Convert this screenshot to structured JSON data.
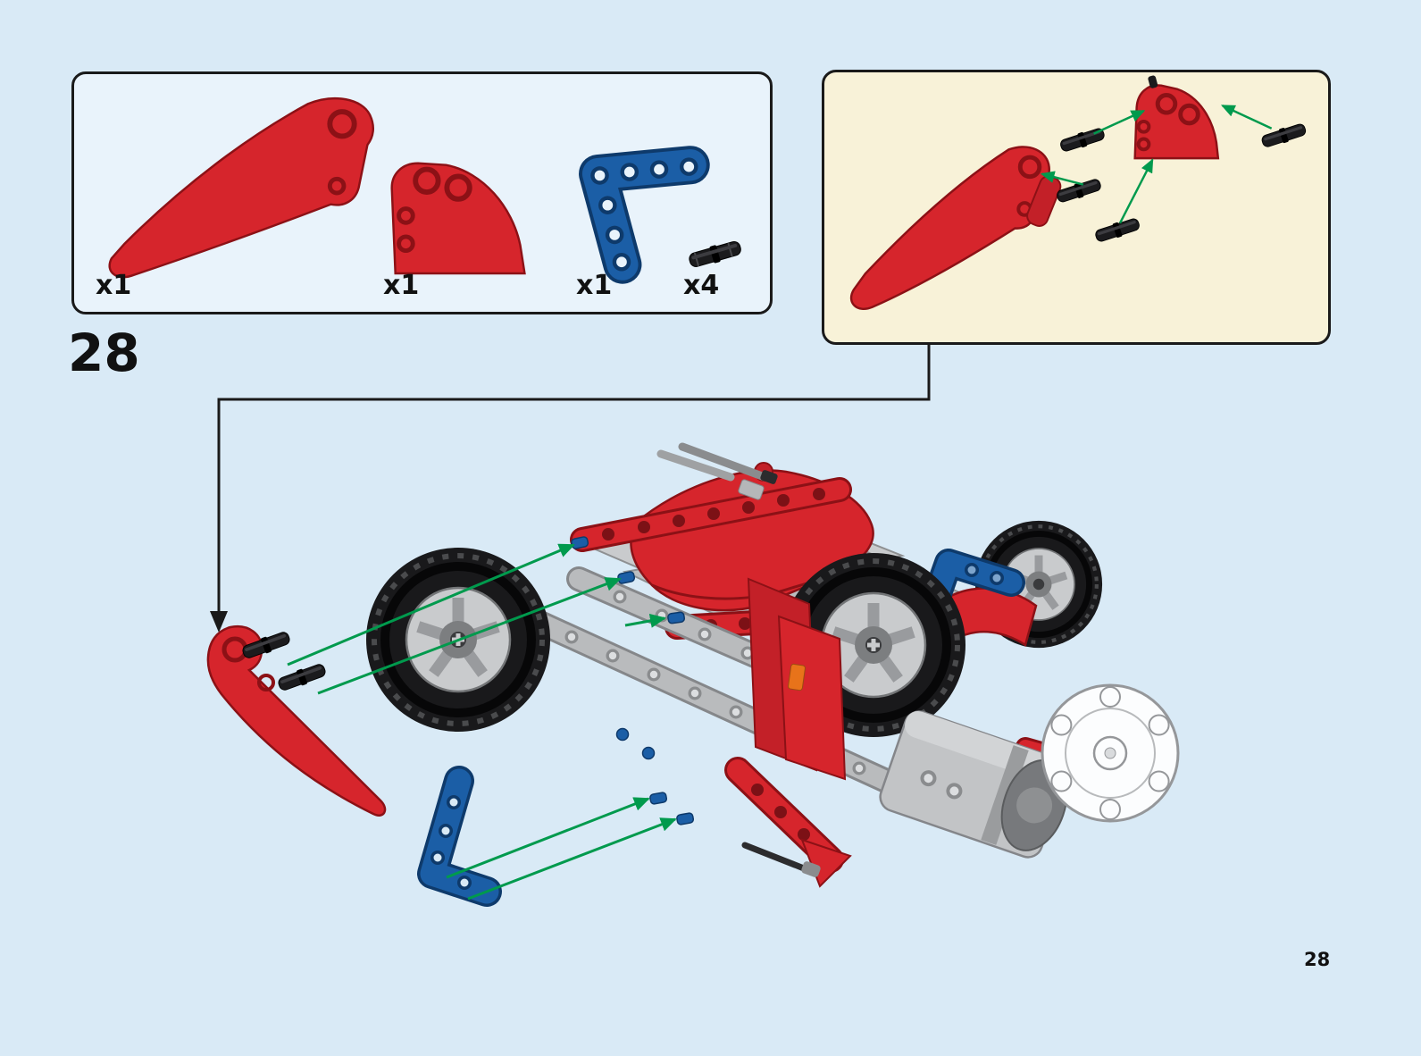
{
  "page": {
    "number": "28"
  },
  "step": {
    "number": "28"
  },
  "parts_box": {
    "items": [
      {
        "piece": "red-curved-panel",
        "qty": "x1"
      },
      {
        "piece": "red-wedge-panel",
        "qty": "x1"
      },
      {
        "piece": "blue-angular-beam",
        "qty": "x1"
      },
      {
        "piece": "black-pin",
        "qty": "x4"
      }
    ]
  },
  "colors": {
    "page_bg": "#d9eaf6",
    "parts_box_bg": "#e9f3fb",
    "inset_bg": "#f8f2d8",
    "lego_red": "#d6252c",
    "lego_red_dark": "#8c1116",
    "lego_blue": "#1b5ea6",
    "lego_blue_dark": "#0e3a6b",
    "arrow_green": "#009a4d",
    "outline_black": "#1a1a1a"
  }
}
